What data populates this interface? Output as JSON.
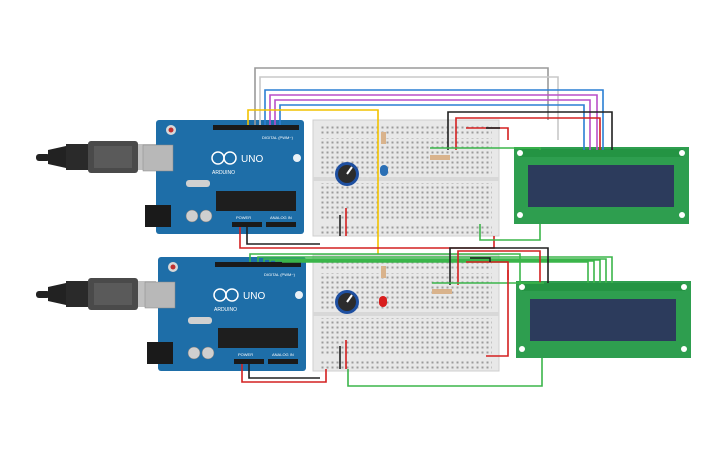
{
  "boards": [
    {
      "id": "top",
      "logo": "ARDUINO",
      "model": "UNO",
      "digital_label": "DIGITAL (PWM~)",
      "power_label": "POWER",
      "analog_label": "ANALOG IN"
    },
    {
      "id": "bottom",
      "logo": "ARDUINO",
      "model": "UNO",
      "digital_label": "DIGITAL (PWM~)",
      "power_label": "POWER",
      "analog_label": "ANALOG IN"
    }
  ],
  "colors": {
    "board": "#1e6ea8",
    "breadboard": "#e8e8e8",
    "lcd_pcb": "#2e9e4f",
    "lcd_screen": "#2c3b5c",
    "wire_red": "#d42020",
    "wire_black": "#202020",
    "wire_green": "#3bb54a",
    "wire_yellow": "#f2c200",
    "wire_gray": "#9a9a9a",
    "wire_blue": "#2a7fd4",
    "wire_purple": "#b94fc8",
    "led_blue": "#2a6fb5",
    "led_red": "#d81e1e"
  }
}
